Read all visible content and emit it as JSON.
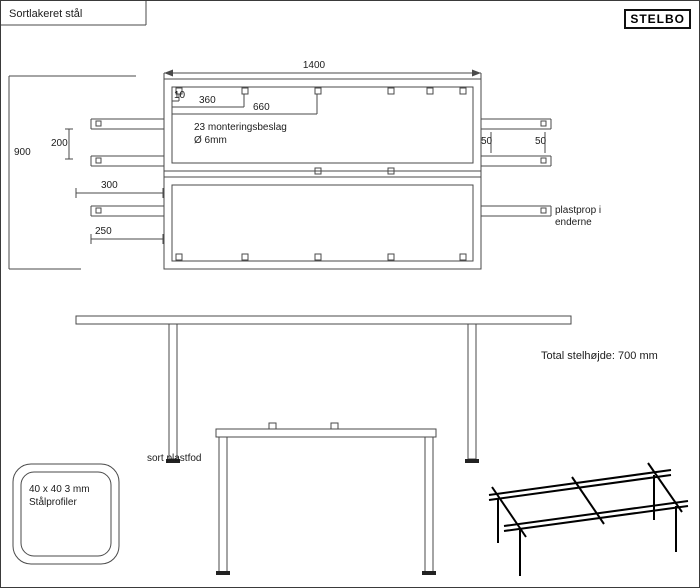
{
  "title": "Sortlakeret stål",
  "logo_text": "STELBO",
  "top_view": {
    "dim_width": "1400",
    "dim_offset": "10",
    "dim_bracket_a": "360",
    "dim_bracket_b": "660",
    "dim_depth": "900",
    "dim_leg_gap": "200",
    "dim_leg_a": "300",
    "dim_leg_b": "250",
    "dims_overhang": [
      "50",
      "50"
    ],
    "brackets_note_line1": "23 monteringsbeslag",
    "brackets_note_line2": "Ø 6mm",
    "plug_note_line1": "plastprop i",
    "plug_note_line2": "enderne"
  },
  "front_view": {
    "height_note": "Total stelhøjde: 700 mm",
    "foot_note": "sort plastfod"
  },
  "profile_detail": {
    "size_line1": "40 x 40 3 mm",
    "size_line2": "Stålprofiler"
  }
}
